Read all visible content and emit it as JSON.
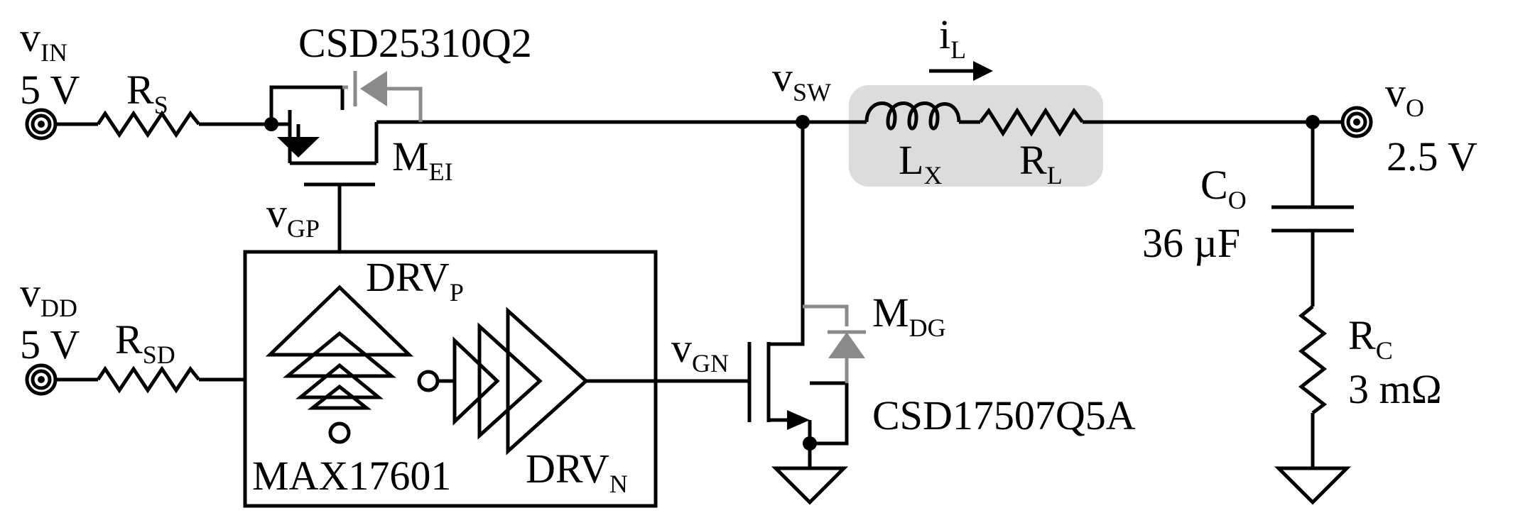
{
  "colors": {
    "wire": "#000000",
    "body_diode": "#8a8a8a",
    "highlight_box": "#dcdcdc",
    "background": "#ffffff"
  },
  "labels": {
    "vin": {
      "main": "v",
      "sub": "IN"
    },
    "vin_value": "5 V",
    "rs": {
      "main": "R",
      "sub": "S"
    },
    "pmos_part": "CSD25310Q2",
    "mei": {
      "main": "M",
      "sub": "EI"
    },
    "vgp": {
      "main": "v",
      "sub": "GP"
    },
    "vdd": {
      "main": "v",
      "sub": "DD"
    },
    "vdd_value": "5 V",
    "rsd": {
      "main": "R",
      "sub": "SD"
    },
    "drvp": {
      "main": "DRV",
      "sub": "P"
    },
    "drvn": {
      "main": "DRV",
      "sub": "N"
    },
    "driver_ic": "MAX17601",
    "vgn": {
      "main": "v",
      "sub": "GN"
    },
    "vsw": {
      "main": "v",
      "sub": "SW"
    },
    "il": {
      "main": "i",
      "sub": "L"
    },
    "lx": {
      "main": "L",
      "sub": "X"
    },
    "rl": {
      "main": "R",
      "sub": "L"
    },
    "mdg": {
      "main": "M",
      "sub": "DG"
    },
    "nmos_part": "CSD17507Q5A",
    "vo": {
      "main": "v",
      "sub": "O"
    },
    "vo_value": "2.5 V",
    "co": {
      "main": "C",
      "sub": "O"
    },
    "co_value": "36 µF",
    "rc": {
      "main": "R",
      "sub": "C"
    },
    "rc_value": "3 mΩ"
  },
  "icons": [
    "terminal-icon",
    "resistor-icon",
    "inductor-icon",
    "capacitor-icon",
    "ground-icon",
    "pmos-icon",
    "nmos-icon",
    "diode-icon",
    "buffer-icon",
    "inverter-icon"
  ]
}
